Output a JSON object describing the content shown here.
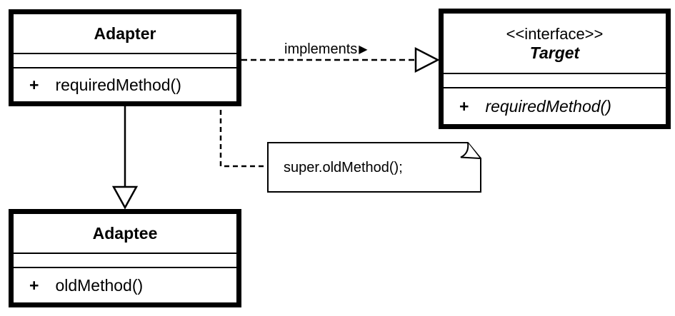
{
  "classes": {
    "adapter": {
      "name": "Adapter",
      "methods": [
        {
          "visibility": "+",
          "signature": "requiredMethod()"
        }
      ]
    },
    "target": {
      "stereotype": "<<interface>>",
      "name": "Target",
      "methods": [
        {
          "visibility": "+",
          "signature": "requiredMethod()"
        }
      ]
    },
    "adaptee": {
      "name": "Adaptee",
      "methods": [
        {
          "visibility": "+",
          "signature": "oldMethod()"
        }
      ]
    }
  },
  "relations": {
    "implements": {
      "label": "implements",
      "direction_marker": "▶"
    }
  },
  "note": {
    "text": "super.oldMethod();"
  },
  "colors": {
    "ink": "#000000",
    "paper": "#ffffff"
  }
}
